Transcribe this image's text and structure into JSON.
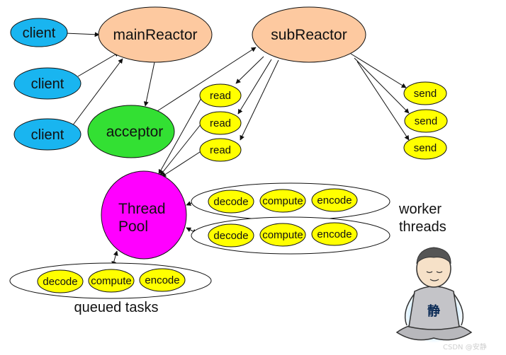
{
  "colors": {
    "client": "#19b5f0",
    "reactor": "#fdc9a0",
    "acceptor": "#33e033",
    "task": "#ffff00",
    "threadpool": "#ff00ff",
    "outline": "#111111"
  },
  "nodes": {
    "client_1": "client",
    "client_2": "client",
    "client_3": "client",
    "main_reactor": "mainReactor",
    "sub_reactor": "subReactor",
    "acceptor": "acceptor",
    "read_1": "read",
    "read_2": "read",
    "read_3": "read",
    "send_1": "send",
    "send_2": "send",
    "send_3": "send",
    "thread_pool_line1": "Thread",
    "thread_pool_line2": "Pool"
  },
  "worker_rows": [
    [
      "decode",
      "compute",
      "encode"
    ],
    [
      "decode",
      "compute",
      "encode"
    ]
  ],
  "queued_row": [
    "decode",
    "compute",
    "encode"
  ],
  "labels": {
    "worker_line1": "worker",
    "worker_line2": "threads",
    "queued_tasks": "queued tasks",
    "mascot_char": "静"
  },
  "watermark": "CSDN @安静"
}
